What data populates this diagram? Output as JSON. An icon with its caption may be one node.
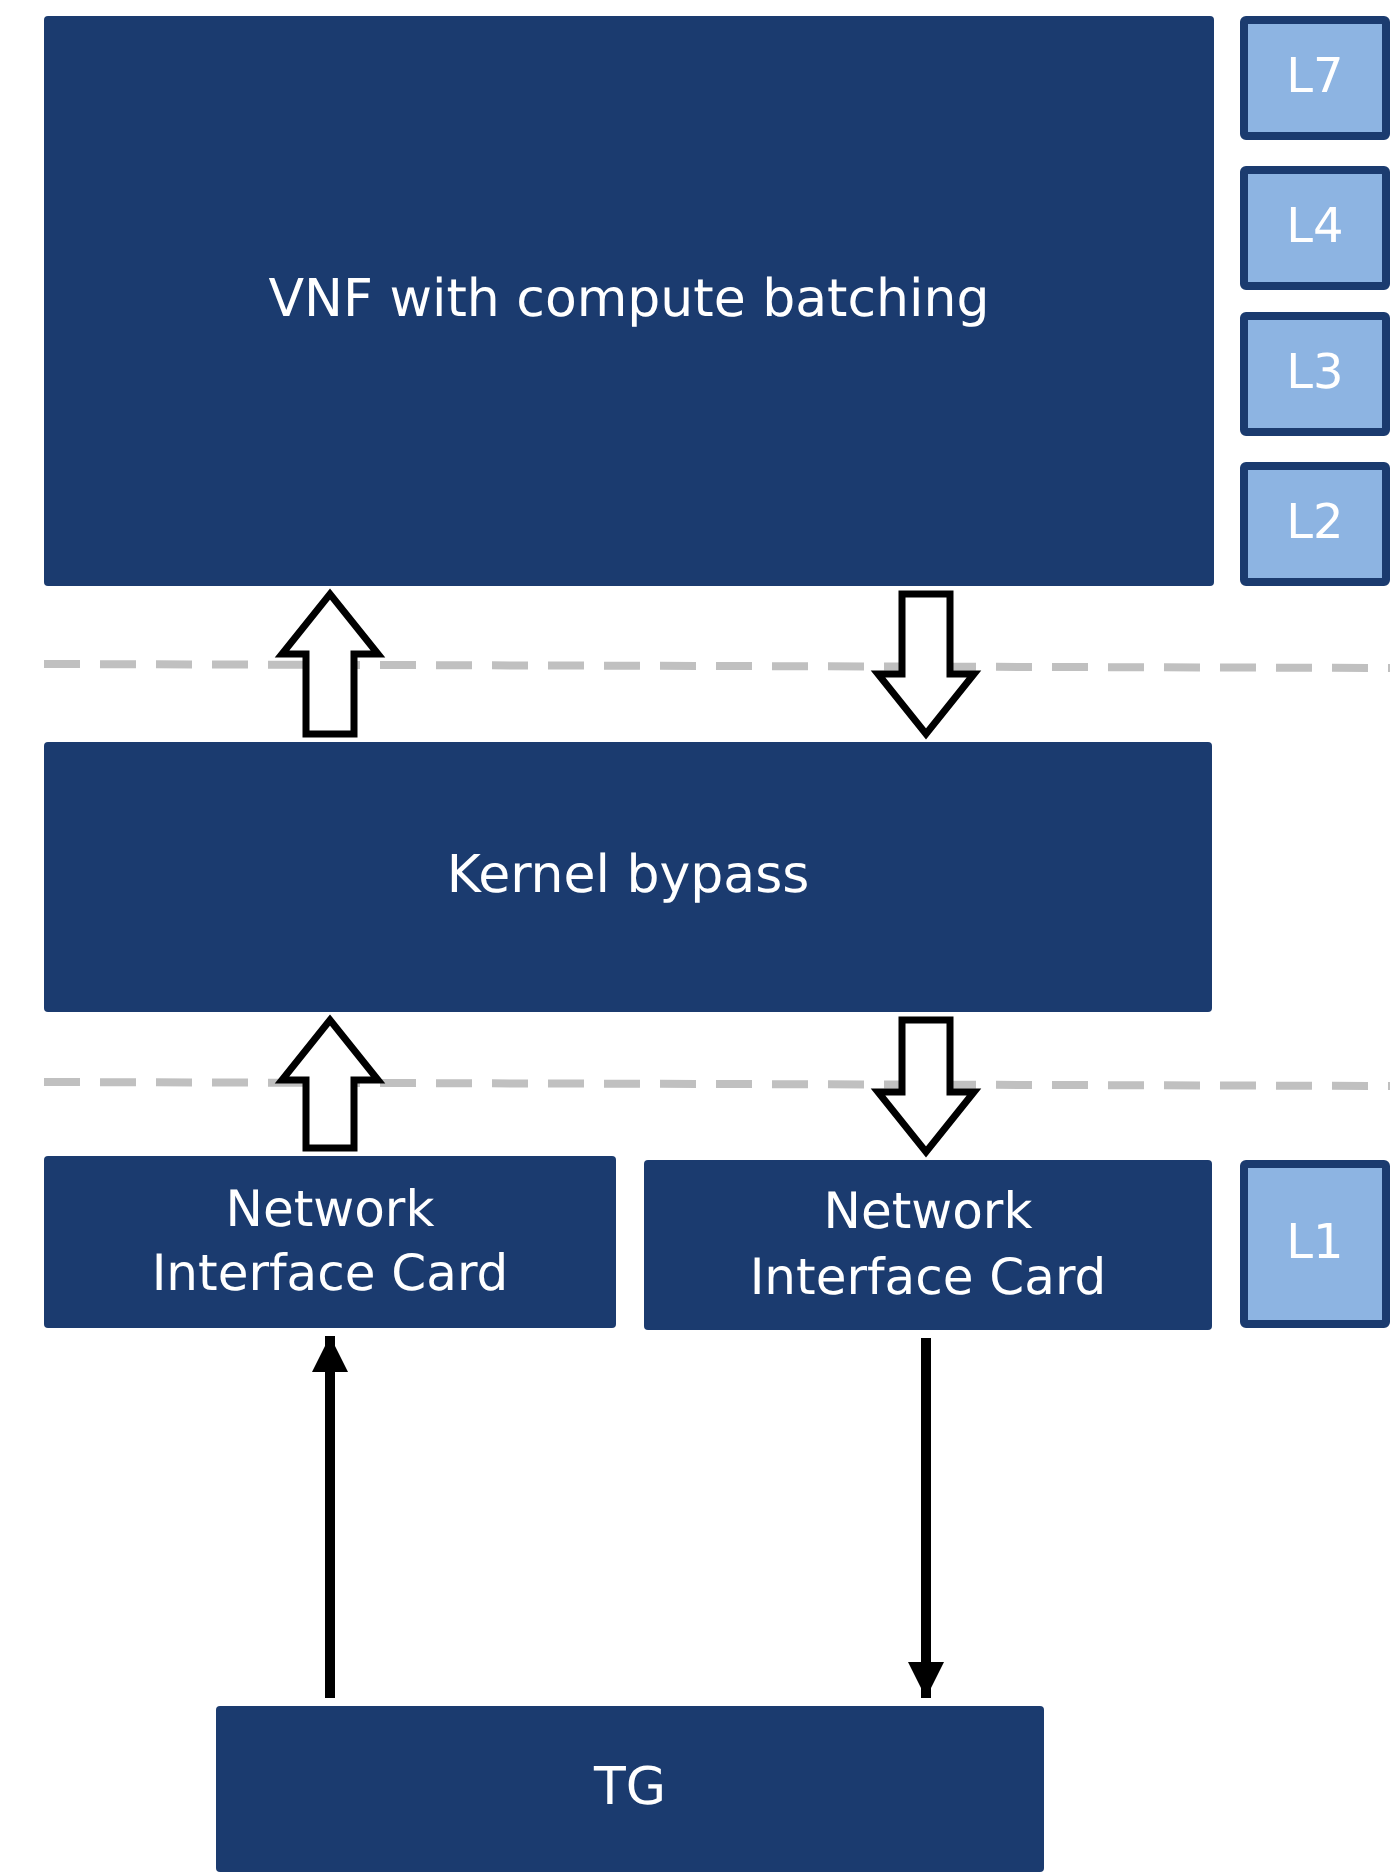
{
  "diagram": {
    "nodes": [
      {
        "text": [
          "VNF with compute batching"
        ]
      },
      {
        "text": [
          "L7"
        ]
      },
      {
        "text": [
          "L4"
        ]
      },
      {
        "text": [
          "L3"
        ]
      },
      {
        "text": [
          "L2"
        ]
      },
      {
        "text": [
          "Kernel bypass"
        ]
      },
      {
        "text": [
          "Network Interface Card"
        ]
      },
      {
        "text": [
          "Network Interface Card"
        ]
      },
      {
        "text": [
          "L1"
        ]
      },
      {
        "text": [
          "TG"
        ]
      }
    ],
    "edges": [
      {
        "from": 5,
        "to": 0,
        "arrow": "to",
        "style": "thick"
      },
      {
        "from": 0,
        "to": 5,
        "arrow": "to",
        "style": "thick"
      },
      {
        "from": 6,
        "to": 5,
        "arrow": "to",
        "style": "thick"
      },
      {
        "from": 5,
        "to": 7,
        "arrow": "to",
        "style": "thick"
      },
      {
        "from": 9,
        "to": 6,
        "arrow": "to"
      },
      {
        "from": 7,
        "to": 9,
        "arrow": "to"
      }
    ]
  }
}
